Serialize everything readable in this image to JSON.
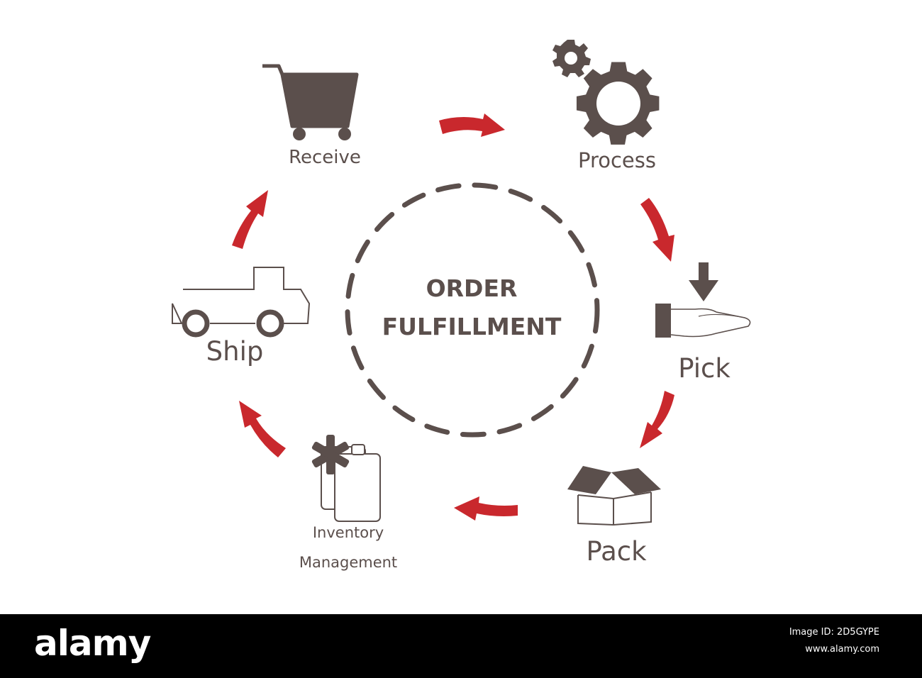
{
  "title": {
    "line1": "ORDER",
    "line2": "FULFILLMENT"
  },
  "steps": {
    "receive": "Receive",
    "process": "Process",
    "pick": "Pick",
    "pack": "Pack",
    "inventory_line1": "Inventory",
    "inventory_line2": "Management",
    "ship": "Ship"
  },
  "icons": {
    "receive": "shopping-cart-icon",
    "process": "gears-icon",
    "pick": "hand-receive-icon",
    "pack": "open-box-icon",
    "inventory": "clipboard-asterisk-icon",
    "ship": "truck-icon"
  },
  "colors": {
    "icon": "#5b4f4c",
    "arrow": "#c9282d",
    "background": "#ffffff"
  },
  "watermark": {
    "brand": "alamy",
    "image_id_label": "Image ID: 2D5GYPE",
    "site": "www.alamy.com"
  }
}
